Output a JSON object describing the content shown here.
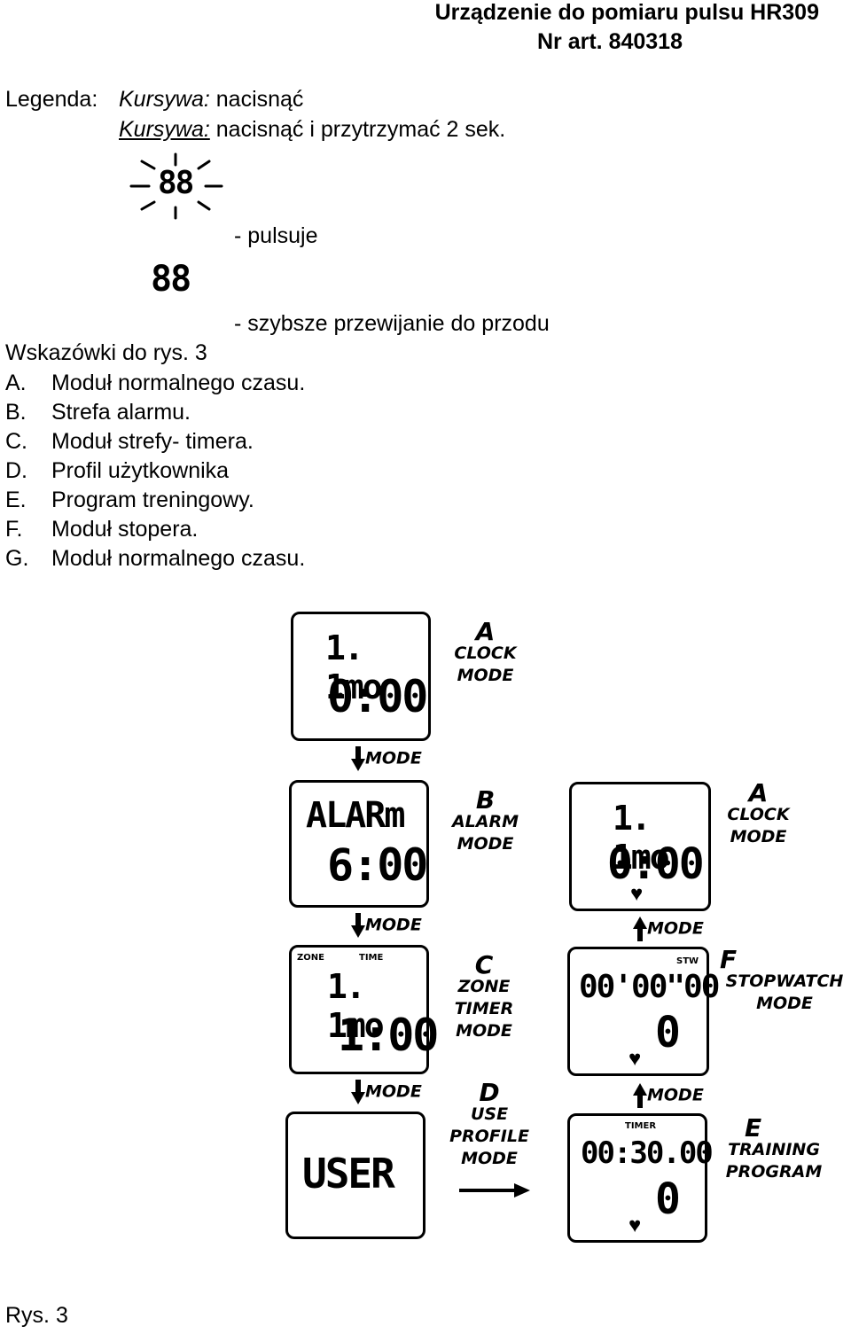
{
  "header": {
    "title": "Urządzenie do pomiaru pulsu HR309",
    "art_no": "Nr art. 840318"
  },
  "legend": {
    "label": "Legenda:",
    "italic1": "Kursywa:",
    "text1": "nacisnąć",
    "italic2": "Kursywa:",
    "text2": "nacisnąć i przytrzymać 2 sek.",
    "icon1_digits": "88",
    "icon1_text": "-    pulsuje",
    "icon2_digits": "88",
    "icon2_text": "-    szybsze przewijanie do przodu"
  },
  "hints": {
    "title": "Wskazówki do rys. 3",
    "items": [
      {
        "letter": "A.",
        "text": "Moduł normalnego czasu."
      },
      {
        "letter": "B.",
        "text": "Strefa alarmu."
      },
      {
        "letter": "C.",
        "text": "Moduł strefy- timera."
      },
      {
        "letter": "D.",
        "text": "Profil użytkownika"
      },
      {
        "letter": "E.",
        "text": "Program treningowy."
      },
      {
        "letter": "F.",
        "text": "Moduł stopera."
      },
      {
        "letter": "G.",
        "text": "Moduł normalnego czasu."
      }
    ]
  },
  "figure": {
    "caption": "Rys. 3",
    "mode_button": "MODE",
    "screens": {
      "clock1": {
        "line1": "1. 1mo",
        "line2": "0:00"
      },
      "alarm": {
        "line1": "ALARm",
        "line2": "6:00"
      },
      "zone": {
        "zone_label": "ZONE",
        "time_label": "TIME",
        "line1": "1. 1mo",
        "line2": "1:00"
      },
      "user": {
        "line1": "USER"
      },
      "clock2": {
        "line1": "1. 1mo",
        "line2": "0:00",
        "heart": "♥"
      },
      "stopwatch": {
        "stw_label": "STW",
        "line1": "00'00\"00",
        "line2": "0",
        "heart": "♥"
      },
      "training": {
        "timer_label": "TIMER",
        "line1": "00:30.00",
        "line2": "0",
        "heart": "♥"
      }
    },
    "labels": {
      "a1": {
        "letter": "A",
        "l1": "CLOCK",
        "l2": "MODE"
      },
      "b": {
        "letter": "B",
        "l1": "ALARM",
        "l2": "MODE"
      },
      "c": {
        "letter": "C",
        "l1": "ZONE",
        "l2": "TIMER",
        "l3": "MODE"
      },
      "d": {
        "letter": "D",
        "l1": "USE",
        "l2": "PROFILE",
        "l3": "MODE"
      },
      "a2": {
        "letter": "A",
        "l1": "CLOCK",
        "l2": "MODE"
      },
      "f": {
        "letter": "F",
        "l1": "STOPWATCH",
        "l2": "MODE"
      },
      "e": {
        "letter": "E",
        "l1": "TRAINING",
        "l2": "PROGRAM"
      }
    }
  }
}
